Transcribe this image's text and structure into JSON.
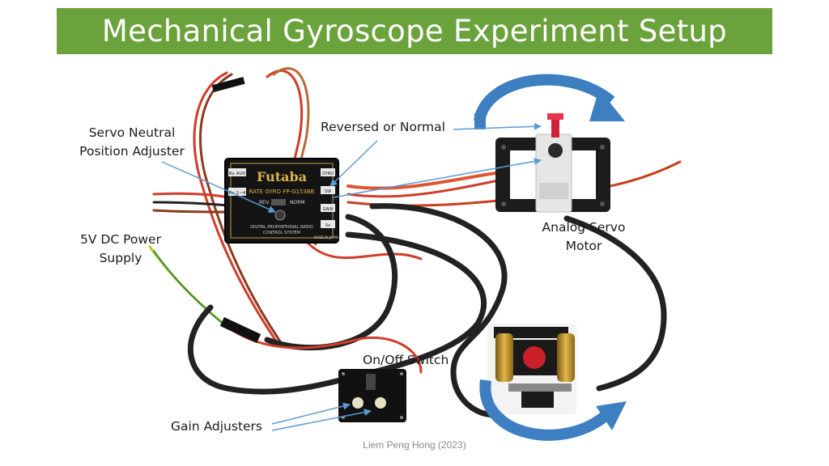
{
  "title": "Mechanical Gyroscope Experiment Setup",
  "labels": {
    "servo_neutral_line1": "Servo Neutral",
    "servo_neutral_line2": "Position Adjuster",
    "reversed_normal": "Reversed or Normal",
    "power_line1": "5V DC Power",
    "power_line2": "Supply",
    "servo_motor_line1": "Analog Servo",
    "servo_motor_line2": "Motor",
    "switch": "On/Off Switch",
    "gain": "Gain Adjusters"
  },
  "gyro_unit": {
    "brand": "Futaba",
    "model": "RATE GYRO FP-G153BB",
    "switch_left": "REV.",
    "switch_right": "NORM",
    "footer_line1": "DIGITAL PROPORTIONAL RADIO",
    "footer_line2": "CONTROL SYSTEM",
    "made_in": "MADE IN JAPAN",
    "left_tags": [
      "Rx AUX",
      "Rx 1~4"
    ],
    "right_tags": [
      "GYRO",
      "SW",
      "GAIN",
      "Sx"
    ]
  },
  "credit": "Liem Peng Hong (2023)",
  "colors": {
    "title_bar": "#6aa23c",
    "arrow": "#3d7fc1",
    "pointer_line": "#5b9bd5",
    "cable": "#222222"
  }
}
